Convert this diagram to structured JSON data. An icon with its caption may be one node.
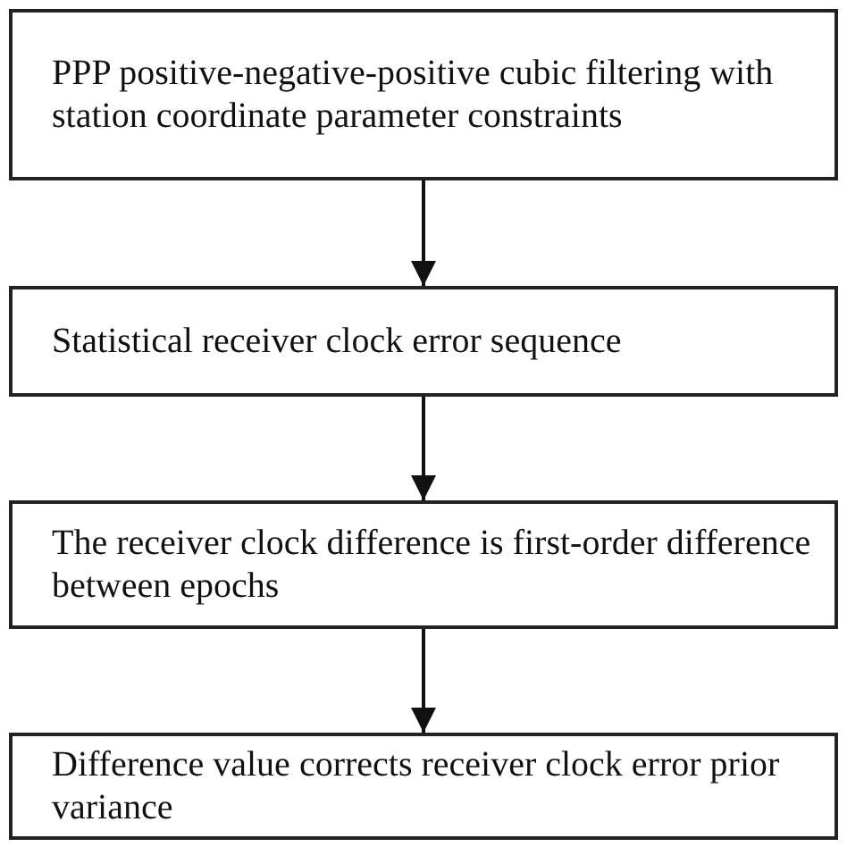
{
  "diagram": {
    "nodes": [
      {
        "text": [
          "PPP positive-negative-positive cubic filtering with station coordinate parameter constraints"
        ]
      },
      {
        "text": [
          "Statistical receiver clock error sequence"
        ]
      },
      {
        "text": [
          "The receiver clock difference is first-order difference between epochs"
        ]
      },
      {
        "text": [
          "Difference value corrects receiver clock error prior variance"
        ]
      }
    ],
    "edges": [
      {
        "from": 0,
        "to": 1,
        "arrow": "to"
      },
      {
        "from": 1,
        "to": 2,
        "arrow": "to"
      },
      {
        "from": 2,
        "to": 3,
        "arrow": "to"
      }
    ]
  }
}
